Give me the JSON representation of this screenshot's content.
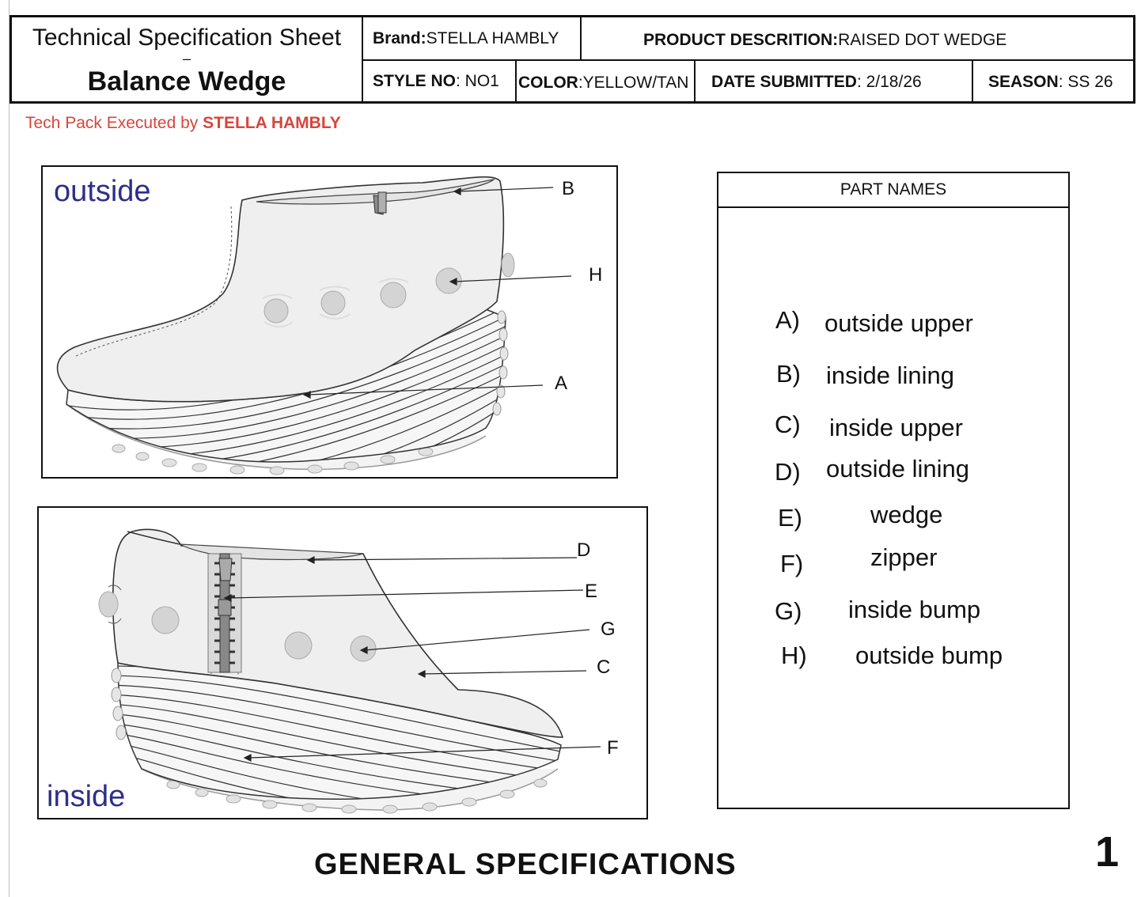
{
  "header": {
    "title_line1": "Technical Specification Sheet",
    "title_dash": "–",
    "title_line2": "Balance Wedge",
    "brand_label": "Brand:",
    "brand_value": " STELLA HAMBLY",
    "product_label": "PRODUCT DESCRITION:",
    "product_value": " RAISED DOT WEDGE",
    "style_label": "STYLE NO",
    "style_value": ": NO1",
    "color_label": "COLOR",
    "color_value": ":YELLOW/TAN",
    "date_label": "DATE SUBMITTED",
    "date_value": ": 2/18/26",
    "season_label": "SEASON",
    "season_value": ": SS 26"
  },
  "credit": {
    "prefix": "Tech Pack Executed by ",
    "name": "STELLA HAMBLY"
  },
  "outside_view": {
    "label": "outside",
    "callouts": {
      "b": "B",
      "h": "H",
      "a": "A"
    }
  },
  "inside_view": {
    "label": "inside",
    "callouts": {
      "d": "D",
      "e": "E",
      "g": "G",
      "c": "C",
      "f": "F"
    }
  },
  "parts_list": {
    "heading": "PART NAMES",
    "items": [
      {
        "letter": "A)",
        "name": "outside upper"
      },
      {
        "letter": "B)",
        "name": "inside lining"
      },
      {
        "letter": "C)",
        "name": "inside upper"
      },
      {
        "letter": "D)",
        "name": "outside lining"
      },
      {
        "letter": "E)",
        "name": "wedge"
      },
      {
        "letter": "F)",
        "name": "zipper"
      },
      {
        "letter": "G)",
        "name": "inside bump"
      },
      {
        "letter": "H)",
        "name": "outside bump"
      }
    ]
  },
  "footer": {
    "section_title": "GENERAL SPECIFICATIONS",
    "page_number": "1"
  },
  "colors": {
    "credit_red": "#d8453b",
    "view_label_blue": "#2e2e8a",
    "shoe_fill": "#efefef",
    "bump_fill": "#d4d4d4"
  }
}
